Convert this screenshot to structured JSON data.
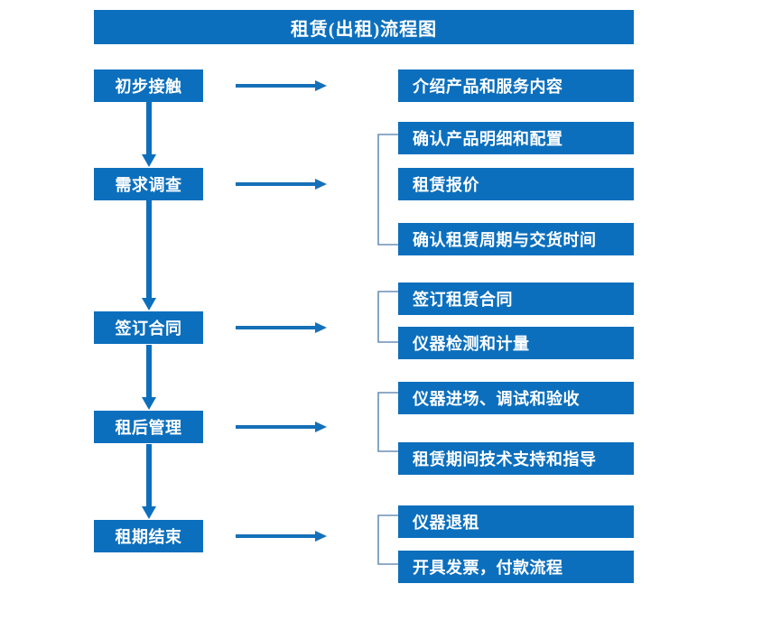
{
  "chart_data": {
    "type": "diagram",
    "title": "租赁(出租)流程图",
    "diagram_kind": "flowchart",
    "orientation": "vertical-stages-with-right-details",
    "accent_color": "#0c6fbd",
    "bracket_color": "#6b8fb5",
    "text_color": "#ffffff",
    "background_color": "#ffffff",
    "stages": [
      {
        "id": "stage-1",
        "label": "初步接触",
        "details": [
          "介绍产品和服务内容"
        ],
        "has_bracket": false
      },
      {
        "id": "stage-2",
        "label": "需求调查",
        "details": [
          "确认产品明细和配置",
          "租赁报价",
          "确认租赁周期与交货时间"
        ],
        "has_bracket": true
      },
      {
        "id": "stage-3",
        "label": "签订合同",
        "details": [
          "签订租赁合同",
          "仪器检测和计量"
        ],
        "has_bracket": true
      },
      {
        "id": "stage-4",
        "label": "租后管理",
        "details": [
          "仪器进场、调试和验收",
          "租赁期间技术支持和指导"
        ],
        "has_bracket": true
      },
      {
        "id": "stage-5",
        "label": "租期结束",
        "details": [
          "仪器退租",
          "开具发票，付款流程"
        ],
        "has_bracket": true
      }
    ],
    "connectors": {
      "vertical_arrows": 4,
      "horizontal_arrows": 5,
      "brackets": 4
    }
  },
  "title": {
    "text": "租赁(出租)流程图"
  },
  "stages": [
    {
      "label": "初步接触"
    },
    {
      "label": "需求调查"
    },
    {
      "label": "签订合同"
    },
    {
      "label": "租后管理"
    },
    {
      "label": "租期结束"
    }
  ],
  "details": [
    {
      "label": "介绍产品和服务内容"
    },
    {
      "label": "确认产品明细和配置"
    },
    {
      "label": "租赁报价"
    },
    {
      "label": "确认租赁周期与交货时间"
    },
    {
      "label": "签订租赁合同"
    },
    {
      "label": "仪器检测和计量"
    },
    {
      "label": "仪器进场、调试和验收"
    },
    {
      "label": "租赁期间技术支持和指导"
    },
    {
      "label": "仪器退租"
    },
    {
      "label": "开具发票，付款流程"
    }
  ]
}
